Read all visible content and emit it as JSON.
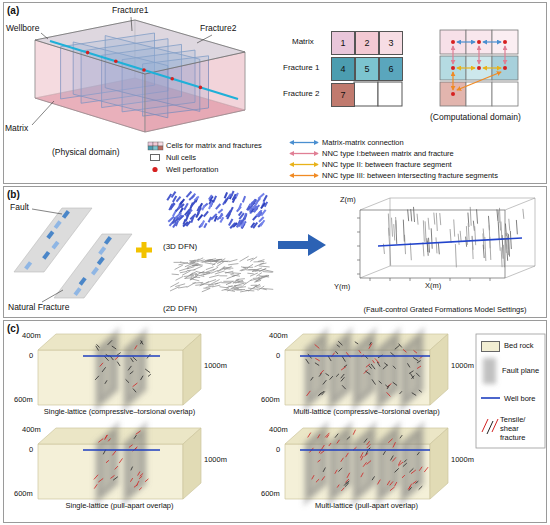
{
  "diagram": {
    "nodes": [
      {
        "text": [
          "(a)"
        ]
      },
      {
        "text": [
          "1"
        ],
        "in": 0
      },
      {
        "text": [
          "2"
        ],
        "in": 0
      },
      {
        "text": [
          "3"
        ],
        "in": 0
      },
      {
        "text": [
          "4"
        ],
        "in": 0
      },
      {
        "text": [
          "5"
        ],
        "in": 0
      },
      {
        "text": [
          "6"
        ],
        "in": 0
      },
      {
        "text": [
          "7"
        ],
        "in": 0
      },
      {
        "text": [
          "(b)"
        ]
      },
      {
        "text": [
          "(c)"
        ]
      }
    ],
    "labels": [
      "Wellbore",
      "Fracture1",
      "Fracture2",
      "Matrix",
      "(Physical domain)",
      "Matrix",
      "Fracture 1",
      "Fracture 2",
      "(Computational domain)",
      "Fault",
      "Natural Fracture",
      "(3D DFN)",
      "(2D DFN)",
      "Z(m)",
      "Y(m)",
      "X(m)",
      "(Fault-control Grated Formations Model Settings)",
      "400m",
      "0",
      "600m",
      "1000m",
      "Single-lattice (compressive–torsional overlap)",
      "400m",
      "0",
      "600m",
      "1000m",
      "Multi-lattice (compressive–torsional overlap)",
      "400m",
      "0",
      "600m",
      "1000m",
      "Single-lattice (pull-apart overlap)",
      "400m",
      "0",
      "600m",
      "1000m",
      "Multi-lattice (pull-apart overlap)"
    ],
    "legend": [
      {
        "text": "Cells for matrix and fractures"
      },
      {
        "text": "Null cells",
        "color": "#ffffff"
      },
      {
        "text": "Well perforation"
      },
      {
        "text": "Matrix-matrix connection"
      },
      {
        "text": "NNC type I:between matrix and fracture"
      },
      {
        "text": "NNC type II: between fracture segment"
      },
      {
        "text": "NNC type III: between intersecting fracture segments"
      },
      {
        "text": "Bed rock",
        "color": "#f2eed3"
      },
      {
        "text": "Fault plane"
      },
      {
        "text": "Well bore"
      },
      {
        "text": "Tensile/ shear fracture"
      }
    ]
  }
}
